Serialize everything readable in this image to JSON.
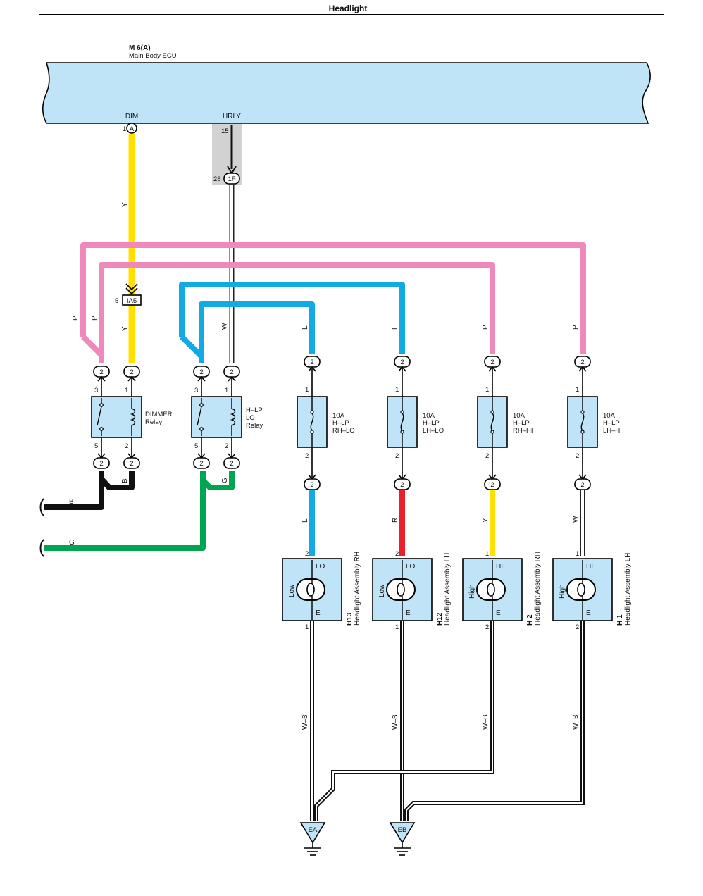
{
  "title": "Headlight",
  "ecu": {
    "code": "M 6(A)",
    "name": "Main Body ECU",
    "dim_label": "DIM",
    "dim_pin": "1",
    "dim_conn": "A",
    "hrly_label": "HRLY",
    "hrly_pin": "15",
    "hrly_jc_pin": "28",
    "hrly_jc": "1F"
  },
  "junction_ia5": {
    "pin": "5",
    "label": "IA5"
  },
  "wire_colors": {
    "P": "P",
    "Y": "Y",
    "W": "W",
    "L": "L",
    "B": "B",
    "G": "G",
    "R": "R",
    "WB": "W–B"
  },
  "connector_label": "2",
  "dimmer_relay": {
    "label1": "DIMMER",
    "label2": "Relay",
    "pin3": "3",
    "pin1": "1",
    "pin5": "5",
    "pin2": "2"
  },
  "hlp_relay": {
    "label1": "H–LP",
    "label2": "LO",
    "label3": "Relay",
    "pin3": "3",
    "pin1": "1",
    "pin5": "5",
    "pin2": "2"
  },
  "fuses": [
    {
      "amp": "10A",
      "name": "H–LP",
      "circuit": "RH–LO",
      "pin_top": "1",
      "pin_bot": "2"
    },
    {
      "amp": "10A",
      "name": "H–LP",
      "circuit": "LH–LO",
      "pin_top": "1",
      "pin_bot": "2"
    },
    {
      "amp": "10A",
      "name": "H–LP",
      "circuit": "RH–HI",
      "pin_top": "1",
      "pin_bot": "2"
    },
    {
      "amp": "10A",
      "name": "H–LP",
      "circuit": "LH–HI",
      "pin_top": "1",
      "pin_bot": "2"
    }
  ],
  "headlights": [
    {
      "code": "H13",
      "name": "Headlight Assembly RH",
      "mode": "LO",
      "beam": "Low",
      "ground": "E",
      "pin_in": "2",
      "pin_out": "1"
    },
    {
      "code": "H12",
      "name": "Headlight Assembly LH",
      "mode": "LO",
      "beam": "Low",
      "ground": "E",
      "pin_in": "2",
      "pin_out": "1"
    },
    {
      "code": "H 2",
      "name": "Headlight Assembly RH",
      "mode": "HI",
      "beam": "High",
      "ground": "E",
      "pin_in": "1",
      "pin_out": "2"
    },
    {
      "code": "H 1",
      "name": "Headlight Assembly LH",
      "mode": "HI",
      "beam": "High",
      "ground": "E",
      "pin_in": "1",
      "pin_out": "2"
    }
  ],
  "grounds": [
    {
      "label": "EA"
    },
    {
      "label": "EB"
    }
  ],
  "colors": {
    "ecu_fill": "#bfe3f7",
    "yellow": "#ffe000",
    "pink": "#ef88bb",
    "blue": "#12a9e4",
    "green": "#00a551",
    "red": "#e8202a",
    "black": "#111111",
    "shade": "#d2d2d2"
  }
}
